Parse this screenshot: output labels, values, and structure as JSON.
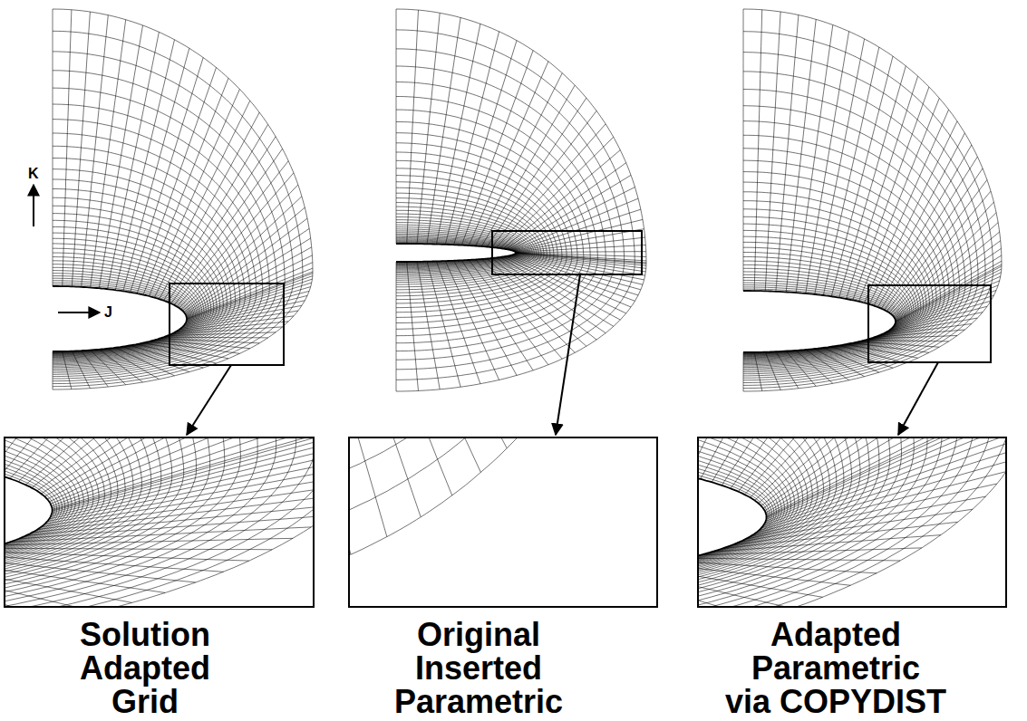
{
  "diagram": {
    "labels": [
      "K",
      "J",
      "Solution Adapted Grid",
      "Original Inserted Parametric",
      "Adapted Parametric via COPYDIST"
    ]
  }
}
